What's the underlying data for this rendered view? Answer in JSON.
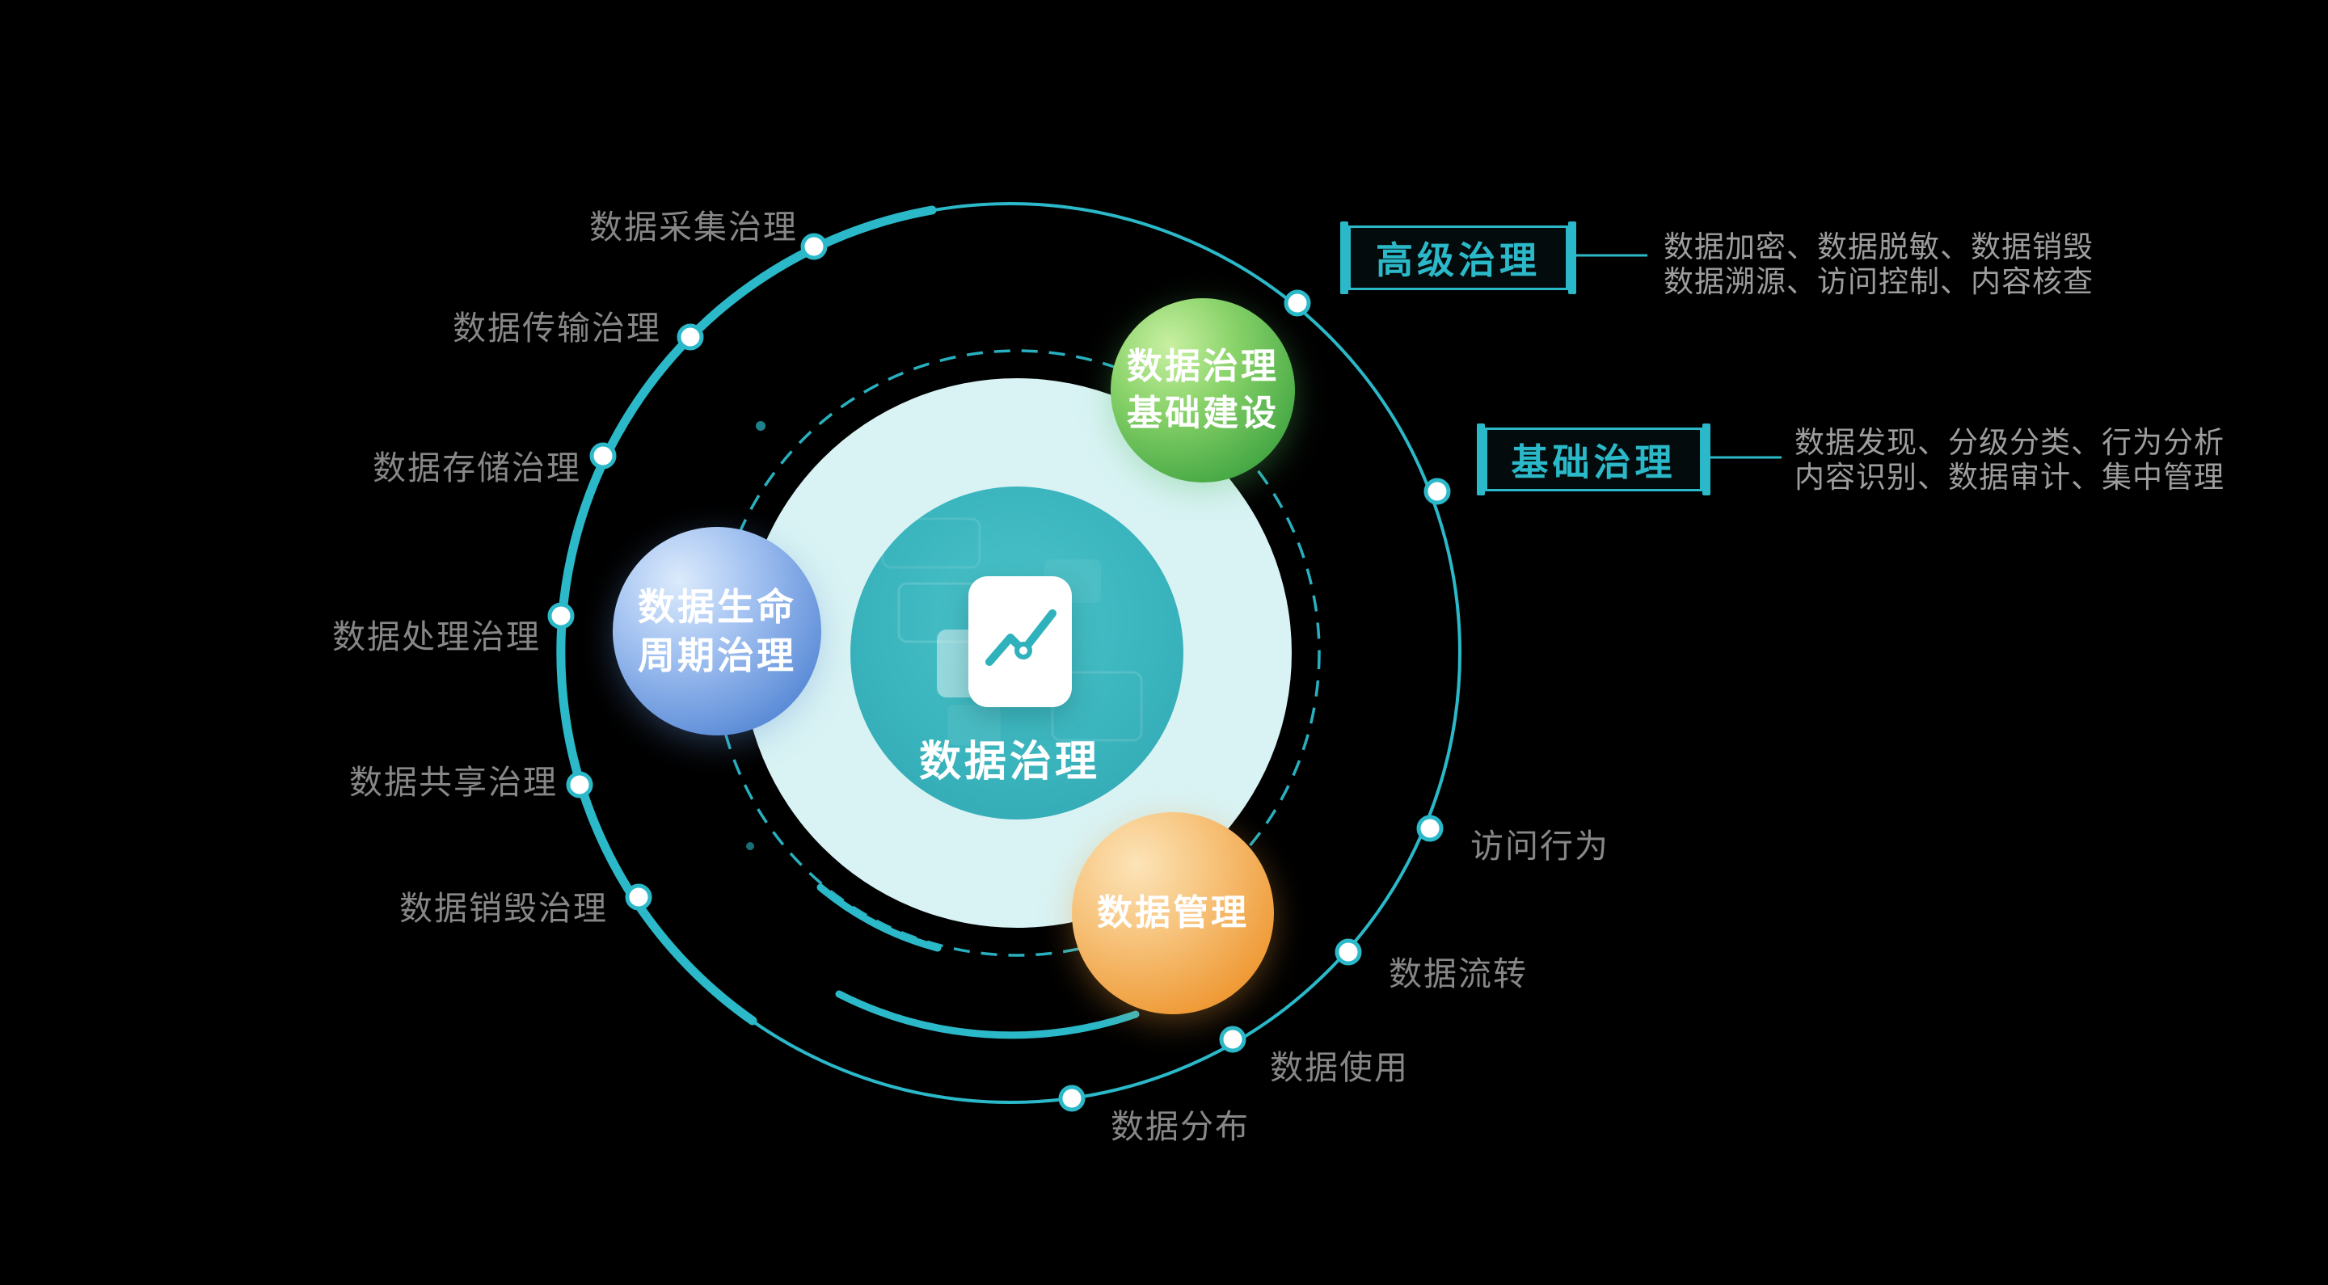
{
  "colors": {
    "background": "#000000",
    "accent_teal": "#2bb9c9",
    "pale_circle": "#d9f3f4",
    "inner_circle": "#3ab4bd",
    "green_bubble": "#47a945",
    "blue_bubble": "#5d8dd8",
    "orange_bubble": "#ef9a36",
    "label_gray": "#878787",
    "desc_gray": "#9d9d9d"
  },
  "center": {
    "title": "数据治理",
    "icon": "document-trend-chart-icon"
  },
  "bubbles": {
    "green": {
      "line1": "数据治理",
      "line2": "基础建设"
    },
    "blue": {
      "line1": "数据生命",
      "line2": "周期治理"
    },
    "orange": {
      "line1": "数据管理"
    }
  },
  "left_labels": [
    "数据采集治理",
    "数据传输治理",
    "数据存储治理",
    "数据处理治理",
    "数据共享治理",
    "数据销毁治理"
  ],
  "right_labels": [
    "访问行为",
    "数据流转",
    "数据使用",
    "数据分布"
  ],
  "callouts": [
    {
      "title": "高级治理",
      "desc": [
        "数据加密、数据脱敏、数据销毁",
        "数据溯源、访问控制、内容核查"
      ]
    },
    {
      "title": "基础治理",
      "desc": [
        "数据发现、分级分类、行为分析",
        "内容识别、数据审计、集中管理"
      ]
    }
  ]
}
